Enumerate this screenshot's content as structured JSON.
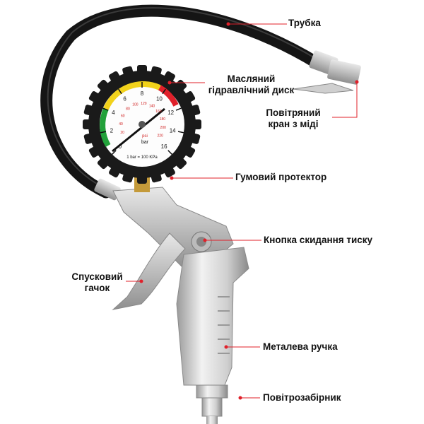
{
  "labels": {
    "tube": "Трубка",
    "dial_line1": "Масляний",
    "dial_line2": "гідравлічний диск",
    "valve_line1": "Повітряний",
    "valve_line2": "кран з міді",
    "protector": "Гумовий протектор",
    "release_button": "Кнопка скидання тиску",
    "trigger_line1": "Спусковий",
    "trigger_line2": "гачок",
    "handle": "Металева ручка",
    "air_inlet": "Повітрозабірник"
  },
  "gauge": {
    "bar_ticks": [
      "0",
      "2",
      "4",
      "6",
      "8",
      "10",
      "12",
      "14",
      "16"
    ],
    "psi_ticks": [
      "20",
      "40",
      "60",
      "80",
      "100",
      "120",
      "140",
      "160",
      "180",
      "200",
      "220"
    ],
    "unit_psi": "psi",
    "unit_bar": "bar",
    "note": "1 bar = 100 KPa"
  },
  "colors": {
    "callout": "#e0202a",
    "zone_green": "#22a13a",
    "zone_yellow": "#f2d21b",
    "zone_red": "#e0202a"
  }
}
